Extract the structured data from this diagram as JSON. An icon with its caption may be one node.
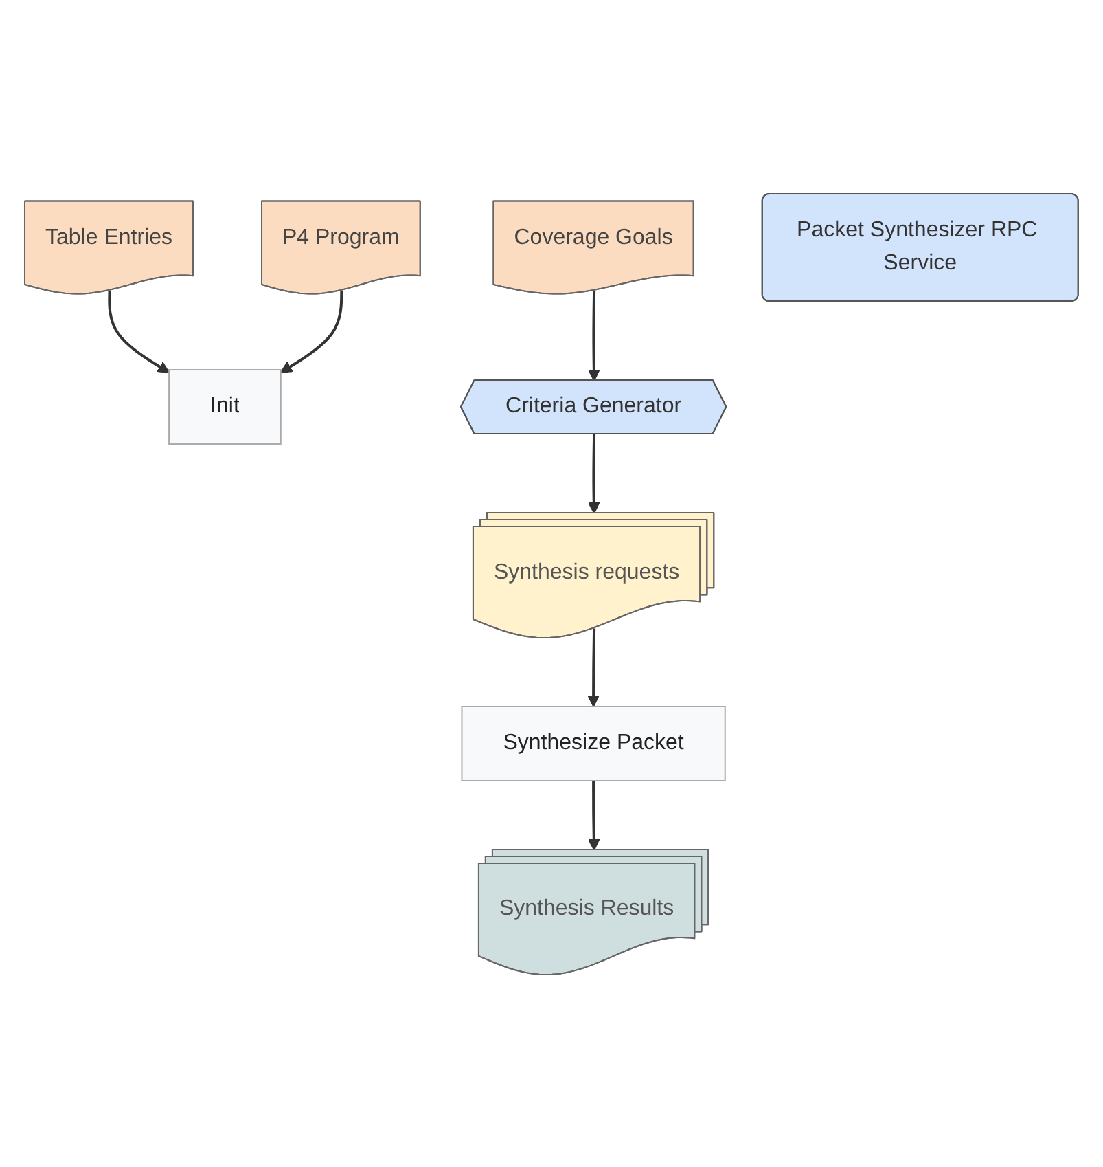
{
  "diagram": {
    "nodes": [
      {
        "text": [
          "Coverage Goals"
        ]
      },
      {
        "text": [
          "Table Entries"
        ]
      },
      {
        "text": [
          "P4 Program"
        ]
      },
      {
        "text": [
          "Init"
        ]
      },
      {
        "text": [
          "Criteria Generator"
        ]
      },
      {
        "text": [
          "Packet Synthesizer RPC Service"
        ]
      },
      {
        "text": [
          "Synthesis requests"
        ]
      },
      {
        "text": [
          "Synthesize Packet"
        ]
      },
      {
        "text": [
          "Synthesis Results"
        ]
      }
    ],
    "edges": [
      {
        "from": 0,
        "to": 4,
        "arrow": "to"
      },
      {
        "from": 1,
        "to": 3,
        "arrow": "to"
      },
      {
        "from": 2,
        "to": 3,
        "arrow": "to"
      },
      {
        "from": 4,
        "to": 6,
        "arrow": "to"
      },
      {
        "from": 6,
        "to": 7,
        "arrow": "to"
      },
      {
        "from": 7,
        "to": 8,
        "arrow": "to"
      }
    ]
  }
}
